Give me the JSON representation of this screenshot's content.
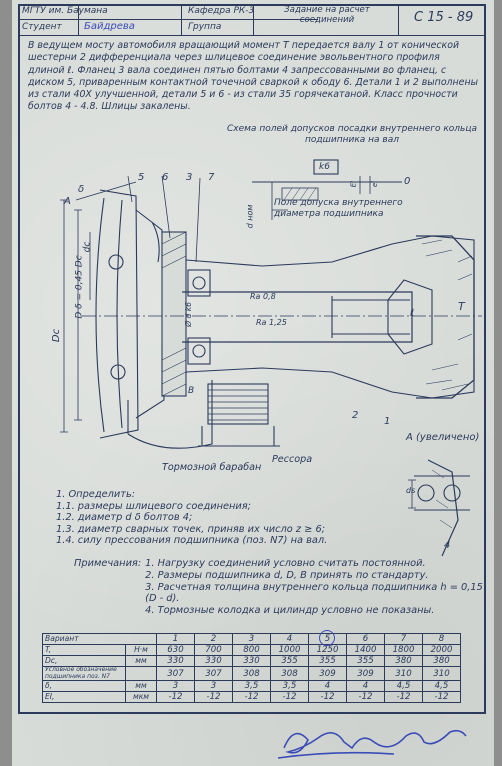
{
  "header": {
    "university": "МГТУ им. Баумана",
    "student_label": "Студент",
    "student_name": "Байдрева",
    "department": "Кафедра РК-3",
    "group_label": "Группа",
    "assignment_title": "Задание на расчет соединений",
    "code": "С 15 - 89"
  },
  "intro_text": "В ведущем мосту автомобиля вращающий момент T передается валу 1 от конической шестерни 2 дифференциала через шлицевое соединение эвольвентного профиля длиной ℓ. Фланец 3 вала соединен пятью болтами 4 запрессованными во фланец, с диском 5, приваренным контактной точечной сваркой к ободу 6. Детали 1 и 2 выполнены из стали 40X улучшенной, детали 5 и 6 - из стали 35 горячекатаной. Класс прочности болтов 4 - 4.8. Шлицы закалены.",
  "drawing": {
    "tolerance_title": "Схема полей допусков посадки внутреннего кольца подшипника на вал",
    "fit_k6": "k6",
    "ei_label": "EI",
    "es_label": "ei",
    "zero": "0",
    "d_nom": "d ном",
    "field_caption": "Поле допуска внутреннего диаметра подшипника",
    "brake_drum": "Тормозной барабан",
    "spring": "Рессора",
    "detail_a": "А (увеличено)",
    "ra08": "Ra 0,8",
    "ra125": "Ra 1,25",
    "dk6": "Ø d k6",
    "dc": "dc",
    "Dc": "Dc",
    "D_formula": "D δ = 0,45 Dc",
    "ds": "ds",
    "A": "A",
    "l_mark": "ℓ",
    "delta": "δ",
    "T_mark": "T",
    "num_1": "1",
    "num_2": "2",
    "num_3": "3",
    "num_4": "4",
    "num_5": "5",
    "num_6": "6",
    "num_7": "7",
    "num_B": "В"
  },
  "tasks": [
    "1. Определить:",
    "1.1. размеры шлицевого соединения;",
    "1.2. диаметр d δ болтов 4;",
    "1.3. диаметр сварных точек, приняв их число z ≥ 6;",
    "1.4. силу прессования подшипника (поз. N7) на вал."
  ],
  "notes_label": "Примечания:",
  "notes": [
    "1. Нагрузку соединений условно считать постоянной.",
    "2. Размеры подшипника d, D, B принять по стандарту.",
    "3. Расчетная толщина внутреннего кольца подшипника h = 0,15 (D - d).",
    "4. Тормозные колодка и цилиндр условно не показаны."
  ],
  "variants_table": {
    "header_label": "Вариант",
    "columns": [
      "1",
      "2",
      "3",
      "4",
      "5",
      "6",
      "7",
      "8"
    ],
    "selected_column": "5",
    "rows": [
      {
        "param": "T,",
        "unit": "Н·м",
        "values": [
          "630",
          "700",
          "800",
          "1000",
          "1250",
          "1400",
          "1800",
          "2000"
        ]
      },
      {
        "param": "Dc,",
        "unit": "мм",
        "values": [
          "330",
          "330",
          "330",
          "355",
          "355",
          "355",
          "380",
          "380"
        ]
      },
      {
        "param": "Условное обозначение подшипника поз. N7",
        "unit": "",
        "values": [
          "307",
          "307",
          "308",
          "308",
          "309",
          "309",
          "310",
          "310"
        ]
      },
      {
        "param": "δ,",
        "unit": "мм",
        "values": [
          "3",
          "3",
          "3,5",
          "3,5",
          "4",
          "4",
          "4,5",
          "4,5"
        ]
      },
      {
        "param": "EI,",
        "unit": "мкм",
        "values": [
          "-12",
          "-12",
          "-12",
          "-12",
          "-12",
          "-12",
          "-12",
          "-12"
        ]
      }
    ]
  },
  "colors": {
    "ink": "#2c3a5c",
    "paper": "#d8dcd8",
    "signature": "#3a4cb8"
  }
}
